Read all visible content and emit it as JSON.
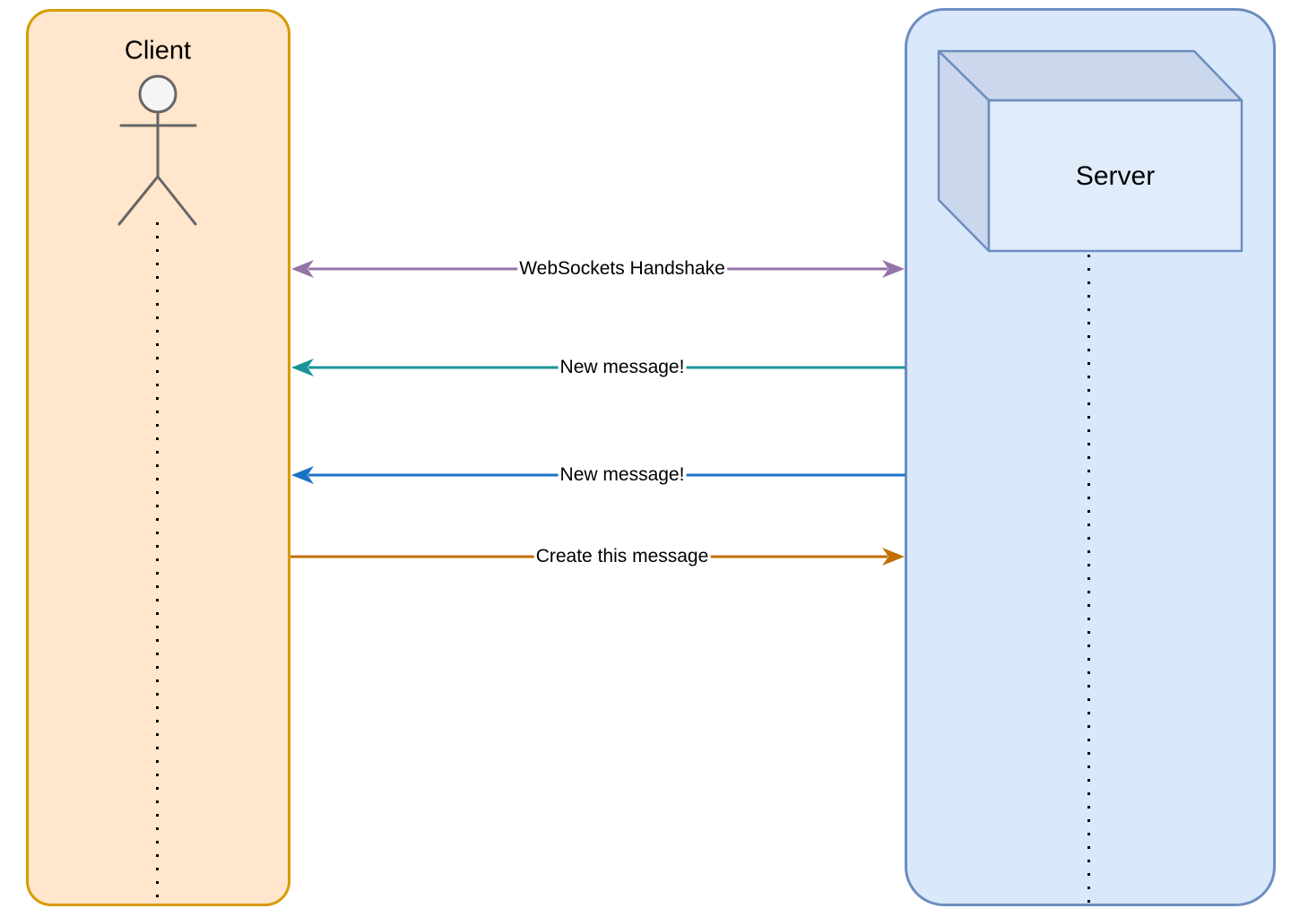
{
  "diagram": {
    "type": "sequence-diagram",
    "client": {
      "label": "Client"
    },
    "server": {
      "label": "Server"
    },
    "messages": [
      {
        "label": "WebSockets Handshake",
        "direction": "bidirectional",
        "color": "#9673A6"
      },
      {
        "label": "New message!",
        "direction": "server-to-client",
        "color": "#199499"
      },
      {
        "label": "New message!",
        "direction": "server-to-client",
        "color": "#1B73C5"
      },
      {
        "label": "Create this message",
        "direction": "client-to-server",
        "color": "#BF6F04"
      }
    ],
    "colors": {
      "client_fill": "#FFE6CC",
      "client_border": "#D79B00",
      "server_fill": "#DAE8FC",
      "server_border": "#6C8EBF",
      "cube_front": "#E1ECFA",
      "cube_shade": "#CAD7EC",
      "cube_border": "#6C8EBF",
      "actor_stroke": "#666666",
      "actor_head_fill": "#F5F5F5",
      "lifeline_dots": "#000000",
      "label_text": "#000000",
      "background": "#FFFFFF"
    }
  }
}
